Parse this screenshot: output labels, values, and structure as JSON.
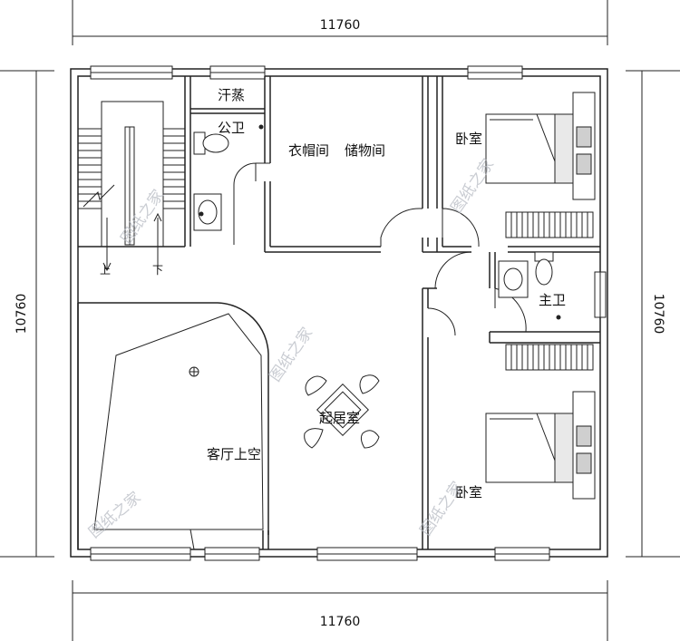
{
  "dimensions": {
    "top_width": "11760",
    "bottom_width": "11760",
    "left_height": "10760",
    "right_height": "10760"
  },
  "rooms": {
    "sauna": "汗蒸",
    "public_bath": "公卫",
    "closet": "衣帽间",
    "storage": "储物间",
    "bedroom_top": "卧室",
    "master_bath": "主卫",
    "living": "起居室",
    "living_void": "客厅上空",
    "bedroom_bottom": "卧室"
  },
  "stairs": {
    "up": "上",
    "down": "下"
  },
  "watermarks": [
    "图纸之家",
    "图纸之家",
    "图纸之家",
    "图纸之家",
    "图纸之家"
  ]
}
